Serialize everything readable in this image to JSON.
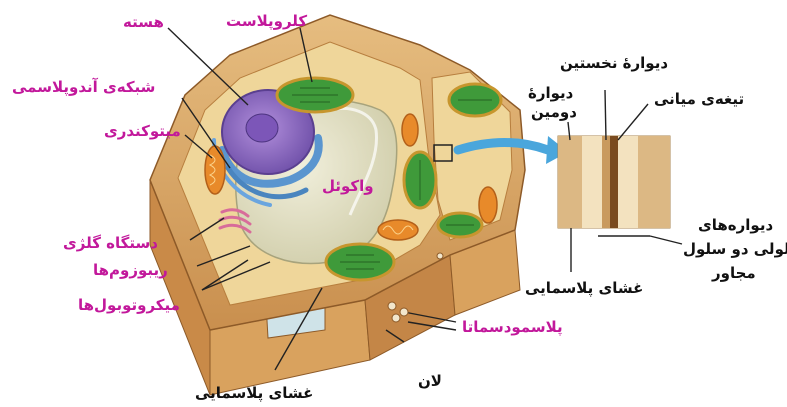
{
  "labels": {
    "nucleus": "هسته",
    "chloroplast": "کلروپلاست",
    "er": "شبکه‌ی آندوپلاسمی",
    "mitochondrion": "میتوکندری",
    "vacuole": "واکوئل",
    "golgi": "دستگاه گلژی",
    "ribosomes": "ریبوزوم‌ها",
    "microtubules": "میکروتوبول‌ها",
    "membrane_bottom": "غشای پلاسمایی",
    "lumen": "لان",
    "plasmodesmata": "پلاسمودسماتا",
    "primary_wall": "دیوارهٔ نخستین",
    "secondary_wall_1": "دیوارهٔ",
    "secondary_wall_2": "دومین",
    "middle_lamella": "تیغه‌ی میانی",
    "membrane_right": "غشای پلاسمایی",
    "adjacent_walls_1": "دیواره‌های",
    "adjacent_walls_2": "سلولی دو سلول",
    "adjacent_walls_3": "مجاور"
  },
  "colors": {
    "label_magenta": "#c2189b",
    "label_black": "#111111",
    "cell_wall": "#d9a865",
    "cytoplasm": "#f0d9a0",
    "vacuole": "#dedcc0",
    "chloroplast": "#3f9a3a",
    "nucleus": "#8a6bbf",
    "er": "#5a95cf",
    "mitochondrion": "#e88a2a",
    "callout_arrow": "#4aa6dc"
  }
}
